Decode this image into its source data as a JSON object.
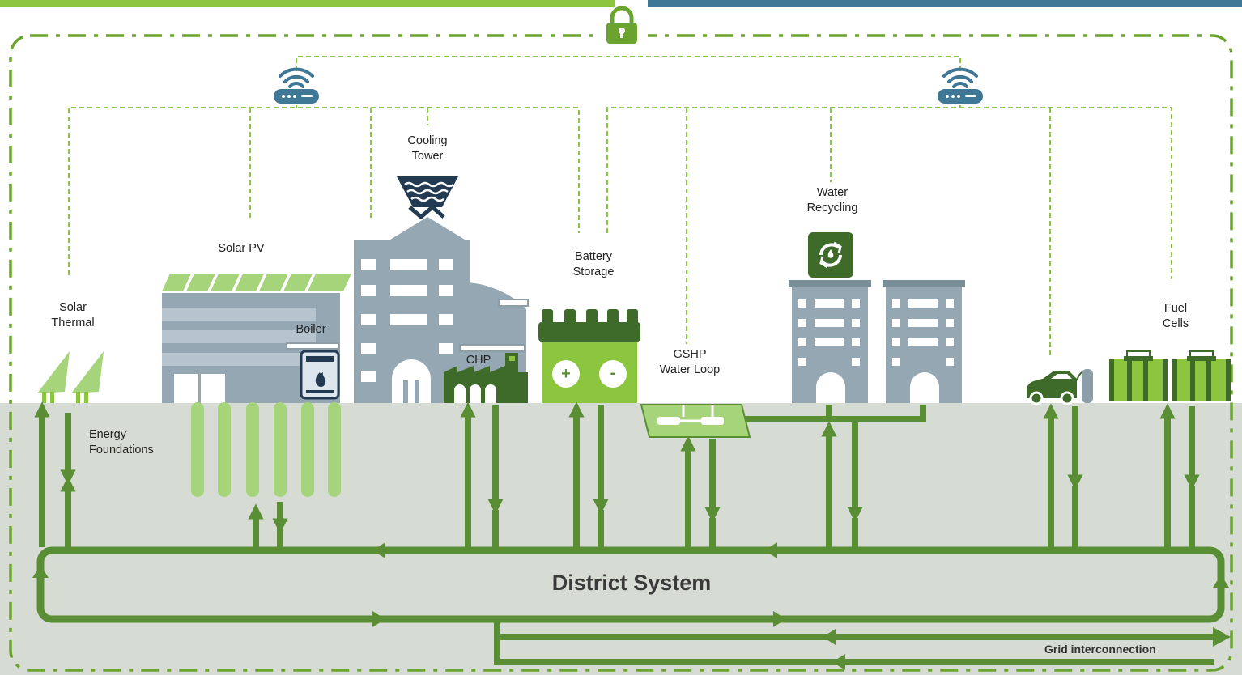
{
  "labels": {
    "solar_thermal": [
      "Solar",
      "Thermal"
    ],
    "solar_pv": [
      "Solar PV"
    ],
    "cooling_tower": [
      "Cooling",
      "Tower"
    ],
    "boiler": [
      "Boiler"
    ],
    "chp": [
      "CHP"
    ],
    "battery_storage": [
      "Battery",
      "Storage"
    ],
    "gshp": [
      "GSHP",
      "Water Loop"
    ],
    "water_recycling": [
      "Water",
      "Recycling"
    ],
    "fuel_cells": [
      "Fuel",
      "Cells"
    ],
    "energy_foundations": [
      "Energy",
      "Foundations"
    ]
  },
  "battery": {
    "plus": "+",
    "minus": "-"
  },
  "district_system": "District System",
  "grid_interconnection": "Grid interconnection",
  "icons": [
    "lock-icon",
    "wifi-router-icon",
    "recycle-icon",
    "flame-icon",
    "electric-car-icon"
  ],
  "colors": {
    "green_dark": "#5a8e35",
    "green_light": "#8cc63f",
    "ground": "#d6dcd3",
    "building": "#94a7b3",
    "router_blue": "#3f7797",
    "lock_green": "#6aa32e"
  }
}
